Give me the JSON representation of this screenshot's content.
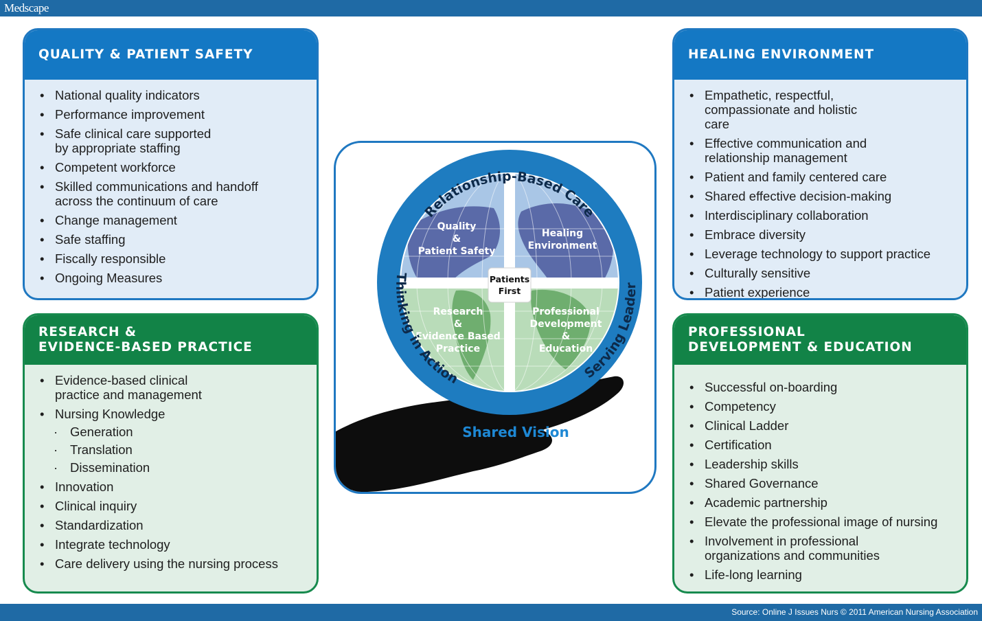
{
  "header": {
    "logo": "Medscape"
  },
  "footer": {
    "source": "Source: Online J Issues Nurs © 2011 American Nursing Association"
  },
  "panels": {
    "quality": {
      "title": "QUALITY & PATIENT SAFETY",
      "items": [
        "National quality indicators",
        "Performance improvement",
        "Safe clinical care supported by appropriate staffing",
        "Competent workforce",
        "Skilled communications and handoff across the continuum of care",
        "Change management",
        "Safe staffing",
        "Fiscally responsible",
        "Ongoing Measures"
      ]
    },
    "healing": {
      "title": "HEALING ENVIRONMENT",
      "items": [
        "Empathetic, respectful, compassionate and holistic care",
        "Effective communication and relationship management",
        "Patient and family centered care",
        "Shared effective decision-making",
        "Interdisciplinary collaboration",
        "Embrace diversity",
        "Leverage technology to support practice",
        "Culturally sensitive",
        "Patient experience"
      ]
    },
    "research": {
      "title_line1": "RESEARCH &",
      "title_line2": "EVIDENCE-BASED PRACTICE",
      "items": [
        "Evidence-based clinical practice and management",
        "Nursing Knowledge",
        "Generation",
        "Translation",
        "Dissemination",
        "Innovation",
        "Clinical inquiry",
        "Standardization",
        "Integrate technology",
        "Care delivery using the nursing process"
      ]
    },
    "professional": {
      "title_line1": "PROFESSIONAL",
      "title_line2": "DEVELOPMENT & EDUCATION",
      "items": [
        "Successful on-boarding",
        "Competency",
        "Clinical Ladder",
        "Certification",
        "Leadership skills",
        "Shared Governance",
        "Academic partnership",
        "Elevate the professional image of nursing",
        "Involvement in professional organizations and communities",
        "Life-long learning"
      ]
    }
  },
  "globe": {
    "ring_top": "Relationship-Based Care",
    "ring_left": "Thinking in Action",
    "ring_right": "Serving Leader",
    "q1_line1": "Quality",
    "q1_line2": "&",
    "q1_line3": "Patient Safety",
    "q2_line1": "Healing",
    "q2_line2": "Environment",
    "q3_line1": "Research",
    "q3_line2": "&",
    "q3_line3": "Evidence Based",
    "q3_line4": "Practice",
    "q4_line1": "Professional",
    "q4_line2": "Development",
    "q4_line3": "&",
    "q4_line4": "Education",
    "center_line1": "Patients",
    "center_line2": "First",
    "hand_label": "Shared Vision"
  },
  "colors": {
    "banner": "#1f6aa5",
    "blue_head": "#1478c4",
    "green_head": "#128347",
    "blue_body": "#e1ecf7",
    "green_body": "#e1efe6"
  }
}
